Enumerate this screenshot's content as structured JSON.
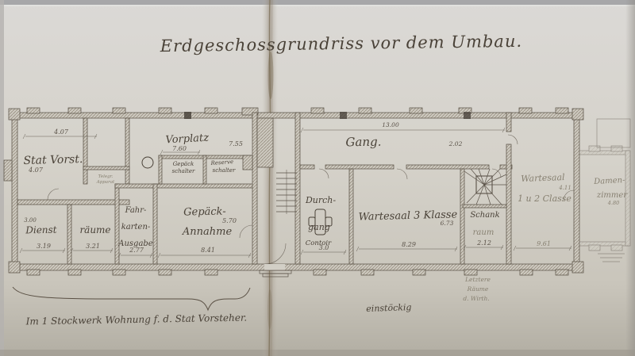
{
  "document": {
    "title": "Erdgeschossgrundriss vor dem Umbau."
  },
  "rooms": {
    "stat_vorst": {
      "label": "Stat Vorst.",
      "dim_top": "4.07",
      "dim_note": "4.07"
    },
    "telegraf": {
      "l1": "Telegr.",
      "l2": "Apparat"
    },
    "dienst": {
      "l1": "Dienst",
      "l2": "räume",
      "dim_note": "3.00",
      "dim1": "3.19",
      "dim2": "3.21"
    },
    "fahrkarten": {
      "l1": "Fahr-",
      "l2": "karten-",
      "l3": "Ausgabe",
      "dim": "2.77"
    },
    "gepaeck_annahme": {
      "l1": "Gepäck-",
      "l2": "Annahme",
      "dim_inner": "5.70",
      "dim": "8.41"
    },
    "vorplatz": {
      "label": "Vorplatz",
      "dim": "7.60",
      "dim_right": "7.55"
    },
    "gepaeck_schalter": {
      "l1": "Gepäck",
      "l2": "schalter"
    },
    "reserve_schalter": {
      "l1": "Reserve",
      "l2": "schalter"
    },
    "durchgang": {
      "l1": "Durch-",
      "l2": "gang",
      "note": "Contoir",
      "dim": "3.0"
    },
    "gang": {
      "label": "Gang.",
      "dim_length": "13.00",
      "dim_width": "2.02"
    },
    "wartesaal3": {
      "label": "Wartesaal 3 Klasse",
      "dim_inner": "6.73",
      "dim": "8.29"
    },
    "schank": {
      "l1": "Schank",
      "l2": "raum",
      "dim": "2.12"
    },
    "wartesaal12": {
      "l1": "Wartesaal",
      "l2": "1 u 2 Classe",
      "dim_inner": "4.11",
      "dim": "9.61"
    },
    "damen": {
      "l1": "Damen-",
      "l2": "zimmer",
      "dim": "4.80"
    }
  },
  "annotations": {
    "footnote": "Im 1 Stockwerk Wohnung f. d. Stat Vorsteher.",
    "einstoeckig": "einstöckig",
    "wirt_l1": "Letztere",
    "wirt_l2": "Räume",
    "wirt_l3": "d. Wirth."
  },
  "colors": {
    "paper": "#d5d2ca",
    "ink": "#4a4238",
    "pencil": "#878071",
    "wall_stroke": "#544c40",
    "fold": "#7e7259"
  }
}
